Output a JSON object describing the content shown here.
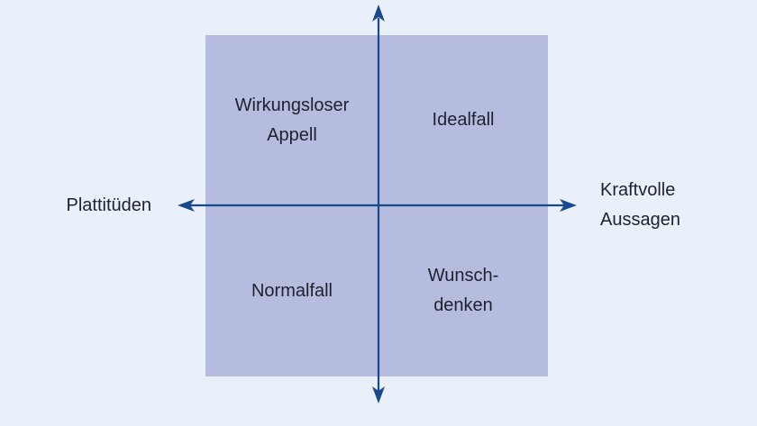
{
  "colors": {
    "bg": "#e9f0fa",
    "square": "#b5bcde",
    "axis": "#18498c",
    "text": "#1f2130"
  },
  "diagram": {
    "quadrants": {
      "top_left": {
        "lines": [
          "Wirkungsloser",
          "Appell"
        ]
      },
      "top_right": {
        "lines": [
          "Idealfall"
        ]
      },
      "bottom_left": {
        "lines": [
          "Normalfall"
        ]
      },
      "bottom_right": {
        "lines": [
          "Wunsch-",
          "denken"
        ]
      }
    },
    "axis": {
      "left_label": "Plattitüden",
      "right_label_lines": [
        "Kraftvolle",
        "Aussagen"
      ]
    }
  }
}
